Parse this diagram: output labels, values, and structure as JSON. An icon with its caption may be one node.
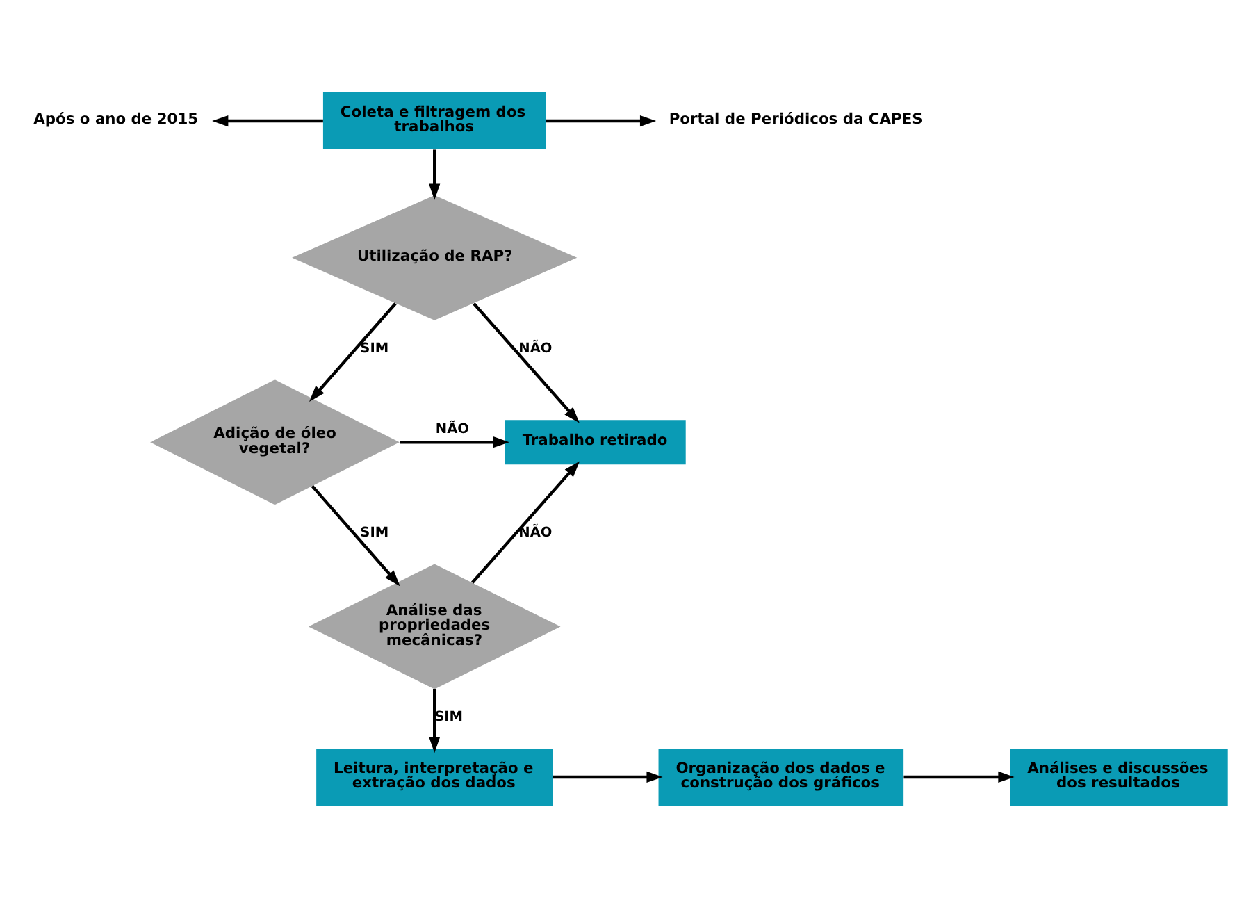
{
  "diagram": {
    "nodes": [
      {
        "text": [
          "Coleta e filtragem dos trabalhos"
        ]
      },
      {
        "text": [
          "Após o ano de 2015"
        ]
      },
      {
        "text": [
          "Portal de Periódicos da CAPES"
        ]
      },
      {
        "text": [
          "Utilização de RAP?"
        ]
      },
      {
        "text": [
          "Trabalho retirado"
        ]
      },
      {
        "text": [
          "Adição de óleo vegetal?"
        ]
      },
      {
        "text": [
          "Análise das propriedades mecânicas?"
        ]
      },
      {
        "text": [
          "Leitura, interpretação e extração dos dados"
        ]
      },
      {
        "text": [
          "Organização dos dados e construção dos gráficos"
        ]
      },
      {
        "text": [
          "Análises e discussões dos resultados"
        ]
      }
    ],
    "edges": [
      {
        "from": 0,
        "to": 1,
        "arrow": "to"
      },
      {
        "from": 0,
        "to": 2,
        "arrow": "to"
      },
      {
        "from": 0,
        "to": 3,
        "arrow": "to"
      },
      {
        "from": 3,
        "to": 4,
        "arrow": "to",
        "label": "NÃO"
      },
      {
        "from": 3,
        "to": 5,
        "arrow": "to",
        "label": "SIM"
      },
      {
        "from": 5,
        "to": 4,
        "arrow": "to",
        "label": "NÃO"
      },
      {
        "from": 5,
        "to": 6,
        "arrow": "to",
        "label": "SIM"
      },
      {
        "from": 6,
        "to": 4,
        "arrow": "to",
        "label": "NÃO"
      },
      {
        "from": 6,
        "to": 7,
        "arrow": "to",
        "label": "SIM"
      },
      {
        "from": 7,
        "to": 8,
        "arrow": "to"
      },
      {
        "from": 8,
        "to": 9,
        "arrow": "to"
      }
    ]
  }
}
